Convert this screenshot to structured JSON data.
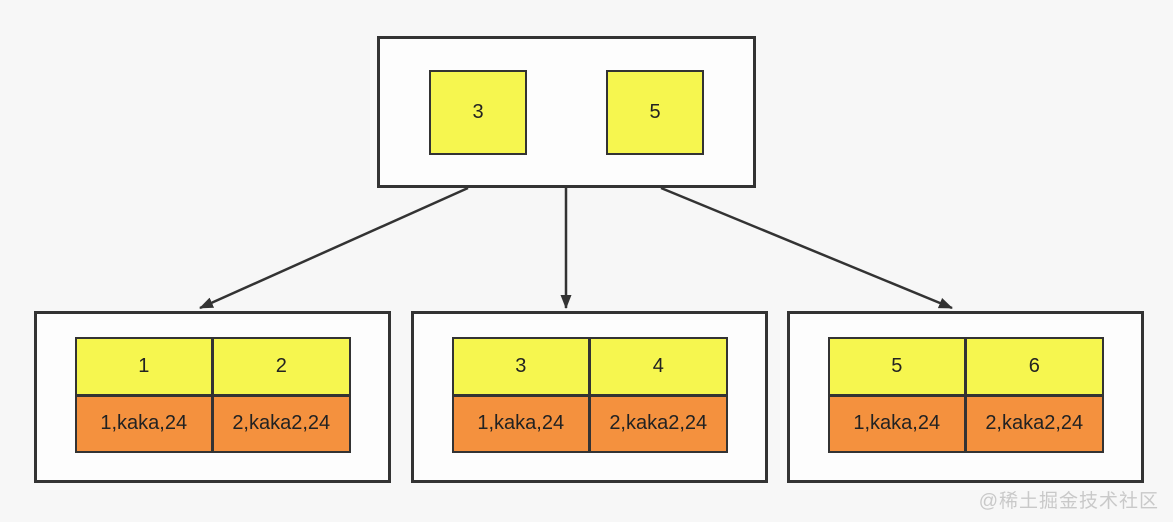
{
  "diagram": {
    "type": "bplus-tree-index",
    "root": {
      "keys": [
        "3",
        "5"
      ]
    },
    "leaves": [
      {
        "keys": [
          "1",
          "2"
        ],
        "rows": [
          "1,kaka,24",
          "2,kaka2,24"
        ]
      },
      {
        "keys": [
          "3",
          "4"
        ],
        "rows": [
          "1,kaka,24",
          "2,kaka2,24"
        ]
      },
      {
        "keys": [
          "5",
          "6"
        ],
        "rows": [
          "1,kaka,24",
          "2,kaka2,24"
        ]
      }
    ]
  },
  "watermark": {
    "text": "@稀土掘金技术社区"
  },
  "colors": {
    "key_fill": "#f6f64f",
    "row_fill": "#f4913e",
    "border": "#333333",
    "background": "#f7f7f7",
    "node_fill": "#fdfdfd",
    "watermark": "#c9c9c9"
  }
}
